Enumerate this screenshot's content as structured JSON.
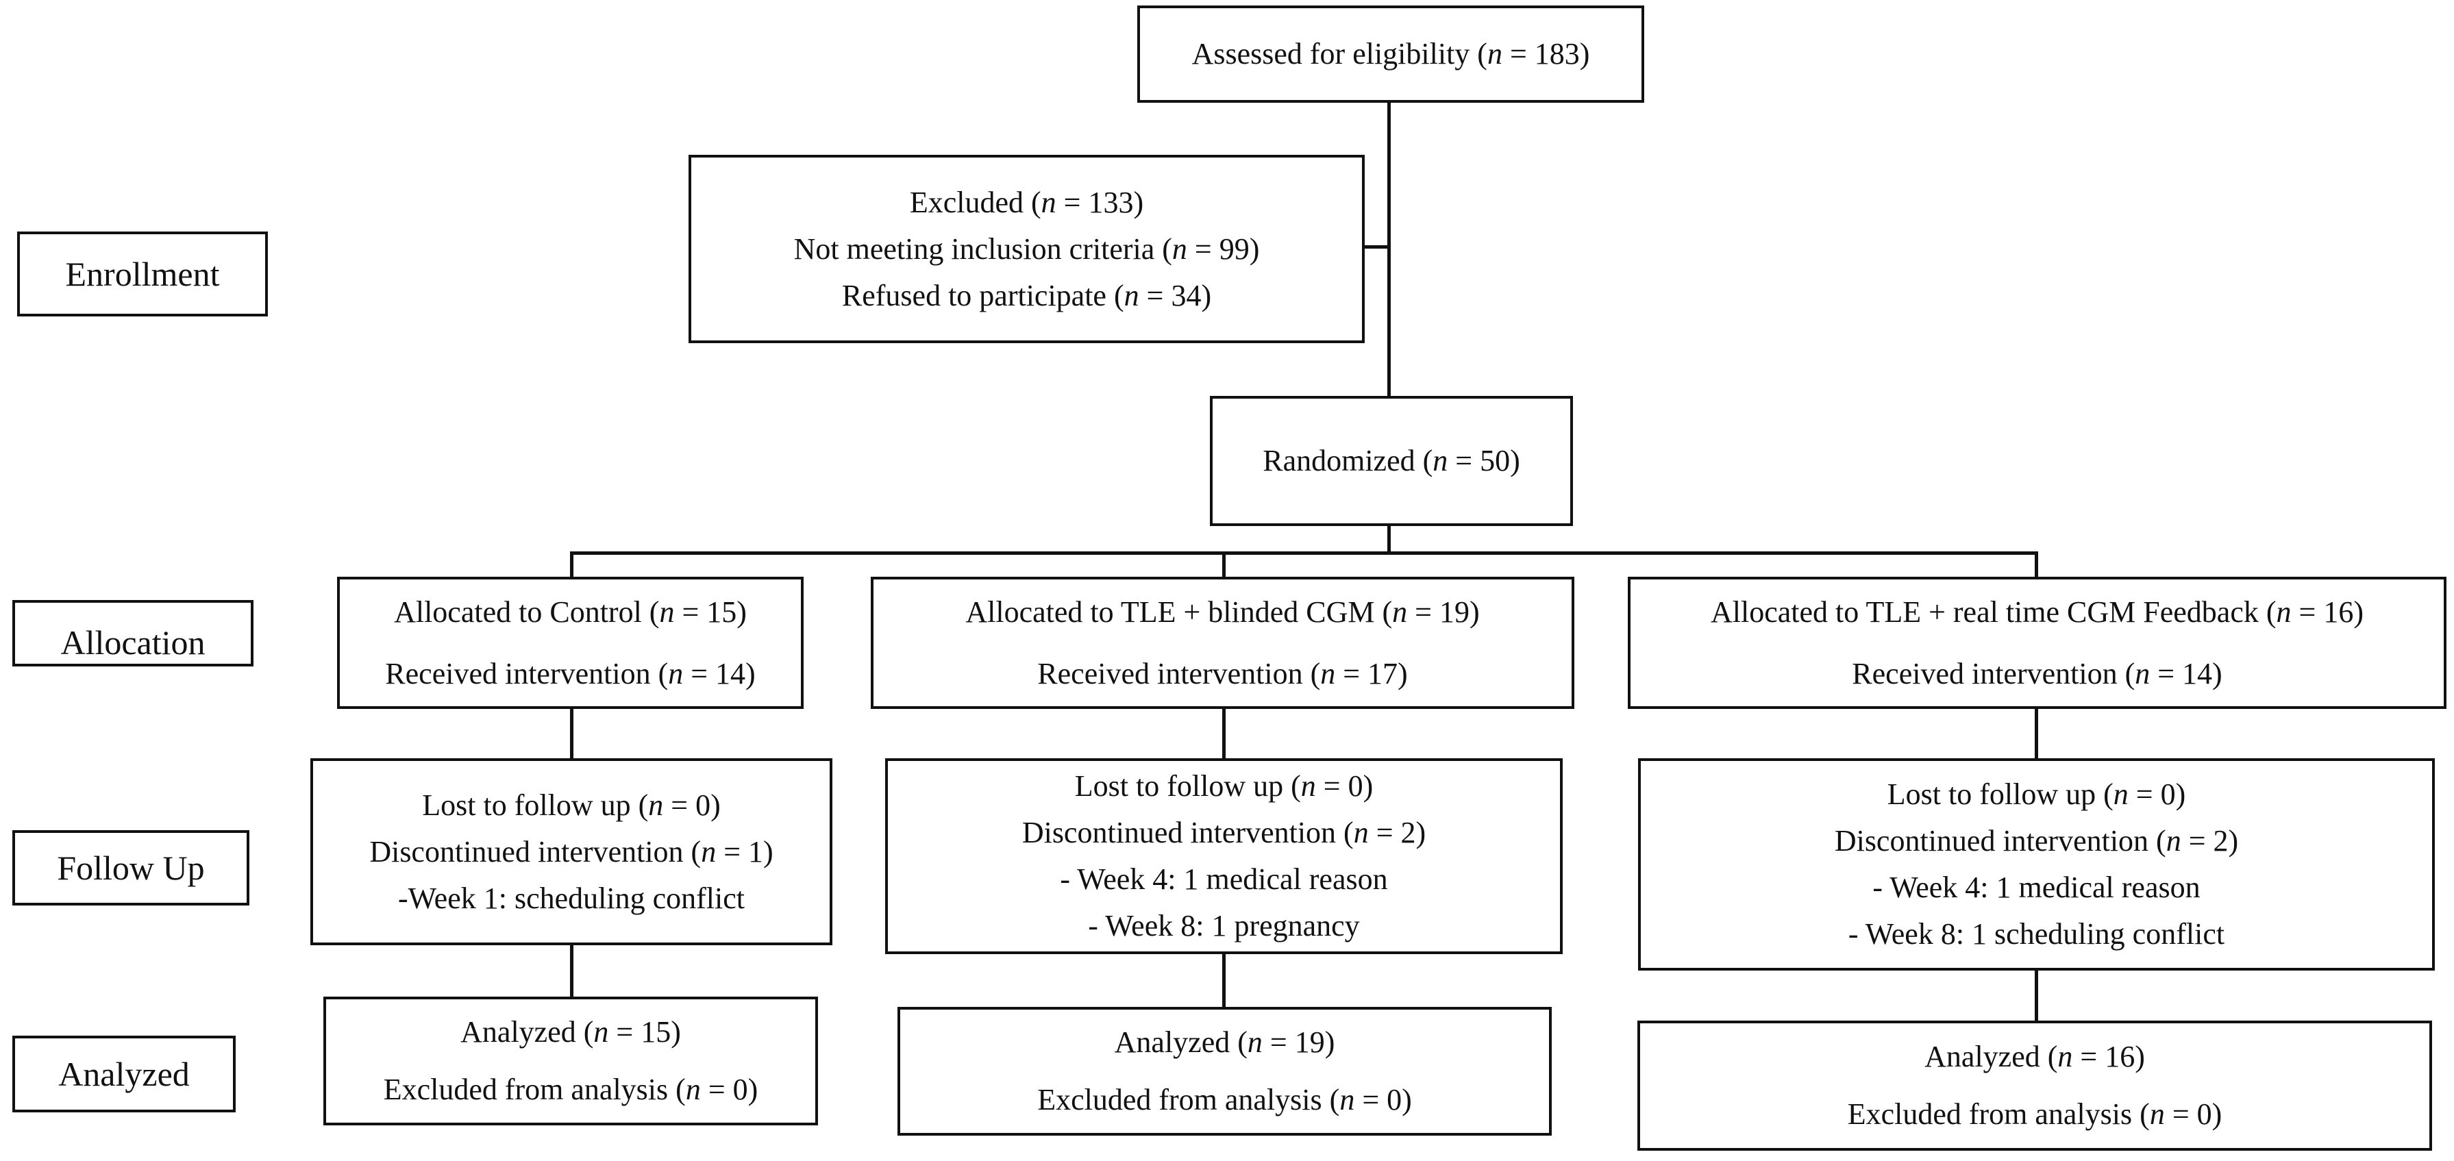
{
  "stages": {
    "enrollment": "Enrollment",
    "allocation": "Allocation",
    "follow_up": "Follow Up",
    "analyzed": "Analyzed"
  },
  "n_symbol": "n",
  "assessed": {
    "pre": "Assessed for eligibility (",
    "post": " = 183)"
  },
  "excluded": [
    {
      "pre": "Excluded (",
      "post": " = 133)"
    },
    {
      "pre": "Not meeting inclusion criteria (",
      "post": " = 99)"
    },
    {
      "pre": "Refused to participate (",
      "post": " = 34)"
    }
  ],
  "randomized": {
    "pre": "Randomized (",
    "post": " = 50)"
  },
  "arms": [
    {
      "allocation": [
        {
          "pre": "Allocated to Control (",
          "post": " = 15)"
        },
        {
          "pre": "Received intervention (",
          "post": " = 14)"
        }
      ],
      "follow_up": {
        "lines": [
          {
            "pre": "Lost to follow up (",
            "post": " = 0)"
          },
          {
            "pre": "Discontinued intervention (",
            "post": " = 1)"
          }
        ],
        "notes": [
          "-Week 1: scheduling conflict"
        ]
      },
      "analyzed": [
        {
          "pre": "Analyzed (",
          "post": " = 15)"
        },
        {
          "pre": "Excluded from analysis (",
          "post": " = 0)"
        }
      ]
    },
    {
      "allocation": [
        {
          "pre": "Allocated to TLE + blinded CGM (",
          "post": " = 19)"
        },
        {
          "pre": "Received intervention (",
          "post": " = 17)"
        }
      ],
      "follow_up": {
        "lines": [
          {
            "pre": "Lost to follow up (",
            "post": " = 0)"
          },
          {
            "pre": "Discontinued intervention (",
            "post": " = 2)"
          }
        ],
        "notes": [
          "- Week 4: 1 medical reason",
          "- Week 8: 1 pregnancy"
        ]
      },
      "analyzed": [
        {
          "pre": "Analyzed (",
          "post": " = 19)"
        },
        {
          "pre": "Excluded from analysis (",
          "post": " = 0)"
        }
      ]
    },
    {
      "allocation": [
        {
          "pre": "Allocated to TLE + real time CGM Feedback (",
          "post": " = 16)"
        },
        {
          "pre": "Received intervention (",
          "post": " = 14)"
        }
      ],
      "follow_up": {
        "lines": [
          {
            "pre": "Lost to follow up (",
            "post": " = 0)"
          },
          {
            "pre": "Discontinued intervention (",
            "post": " = 2)"
          }
        ],
        "notes": [
          "- Week 4: 1 medical reason",
          "- Week 8: 1 scheduling conflict"
        ]
      },
      "analyzed": [
        {
          "pre": "Analyzed (",
          "post": " = 16)"
        },
        {
          "pre": "Excluded from analysis (",
          "post": " = 0)"
        }
      ]
    }
  ]
}
